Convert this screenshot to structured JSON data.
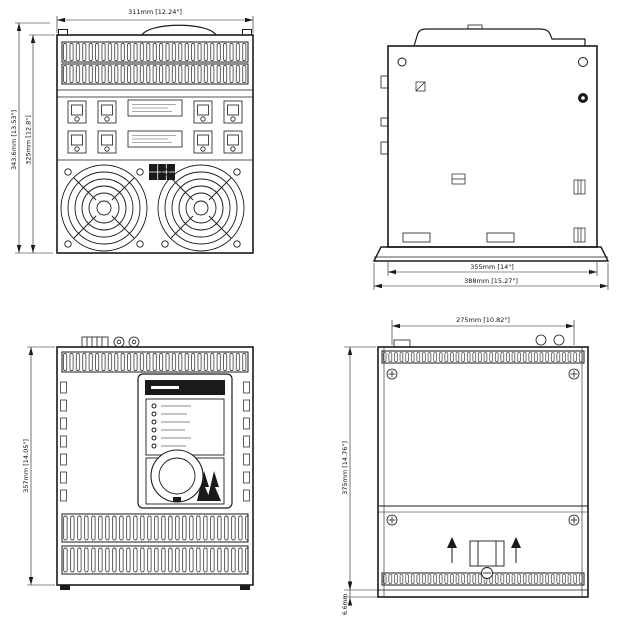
{
  "colors": {
    "line": "#1a1a1a",
    "background": "#ffffff"
  },
  "views": {
    "rear": {
      "dim_width": "311mm [12.24\"]",
      "dim_height_overall": "343.6mm [13.53\"]",
      "dim_height_body": "325mm [12.8\"]"
    },
    "side_right": {
      "dim_depth_body": "355mm [14\"]",
      "dim_depth_overall": "388mm [15.27\"]"
    },
    "front": {
      "dim_height": "357mm [14.05\"]"
    },
    "side_left": {
      "dim_depth": "275mm [10.82\"]",
      "dim_height": "375mm [14.76\"]",
      "dim_foot_offset": "6.6mm"
    }
  }
}
